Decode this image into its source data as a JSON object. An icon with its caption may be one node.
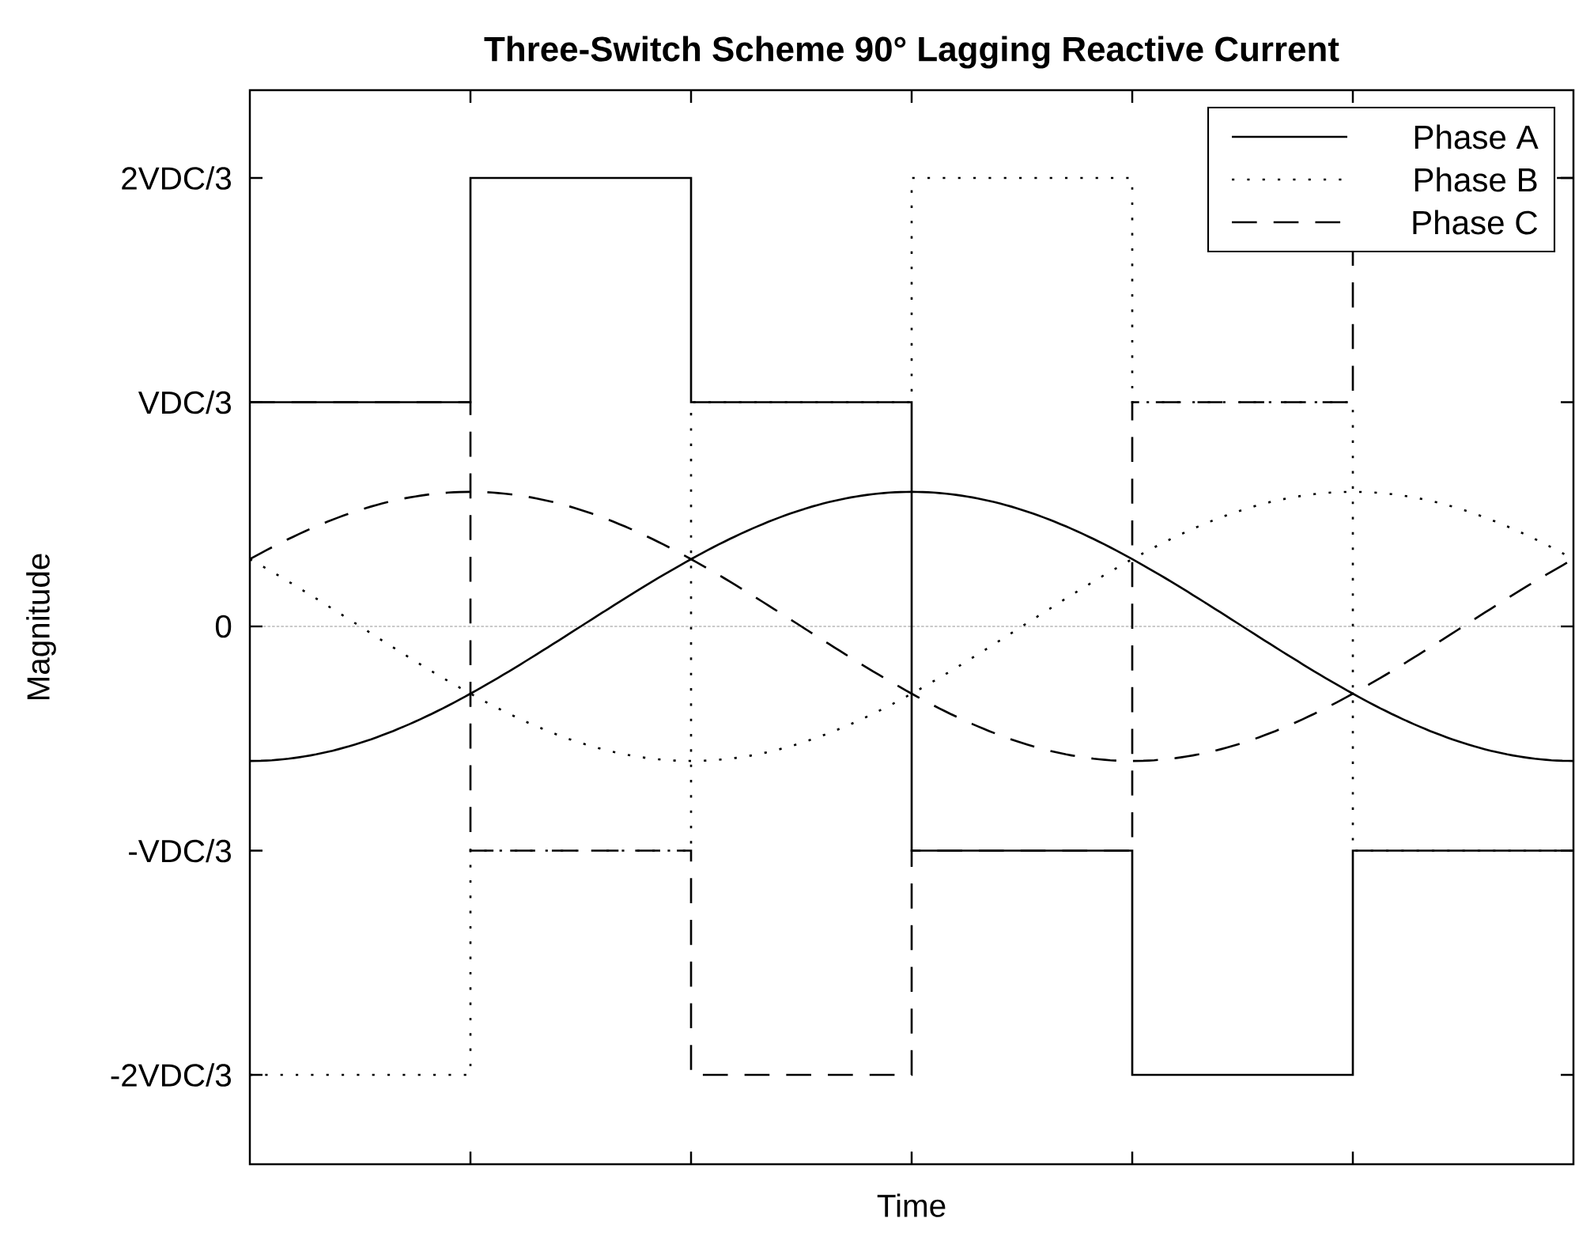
{
  "diagram": {
    "title": "Three-Switch Scheme 90° Lagging Reactive Current",
    "labels": [
      "2VDC/3",
      "VDC/3",
      "0",
      "-VDC/3",
      "-2VDC/3",
      "Magnitude",
      "Time"
    ],
    "legend": [
      {
        "text": "Phase A"
      },
      {
        "text": "Phase B"
      },
      {
        "text": "Phase C"
      }
    ]
  }
}
